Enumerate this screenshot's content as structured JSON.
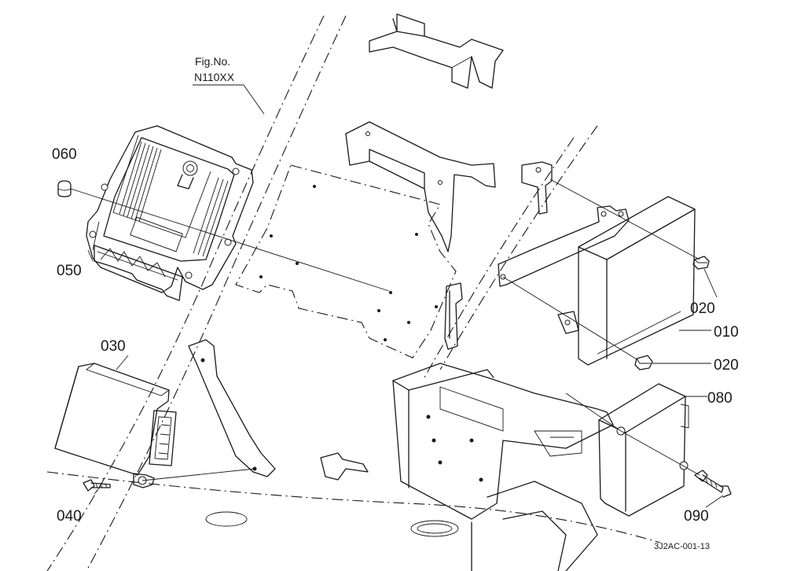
{
  "figure": {
    "fig_label": "Fig.No.",
    "fig_number": "N110XX",
    "drawing_code": "3J2AC-001-13"
  },
  "callouts": {
    "c060": "060",
    "c050": "050",
    "c030": "030",
    "c040": "040",
    "c020a": "020",
    "c010": "010",
    "c020b": "020",
    "c080": "080",
    "c090": "090"
  }
}
